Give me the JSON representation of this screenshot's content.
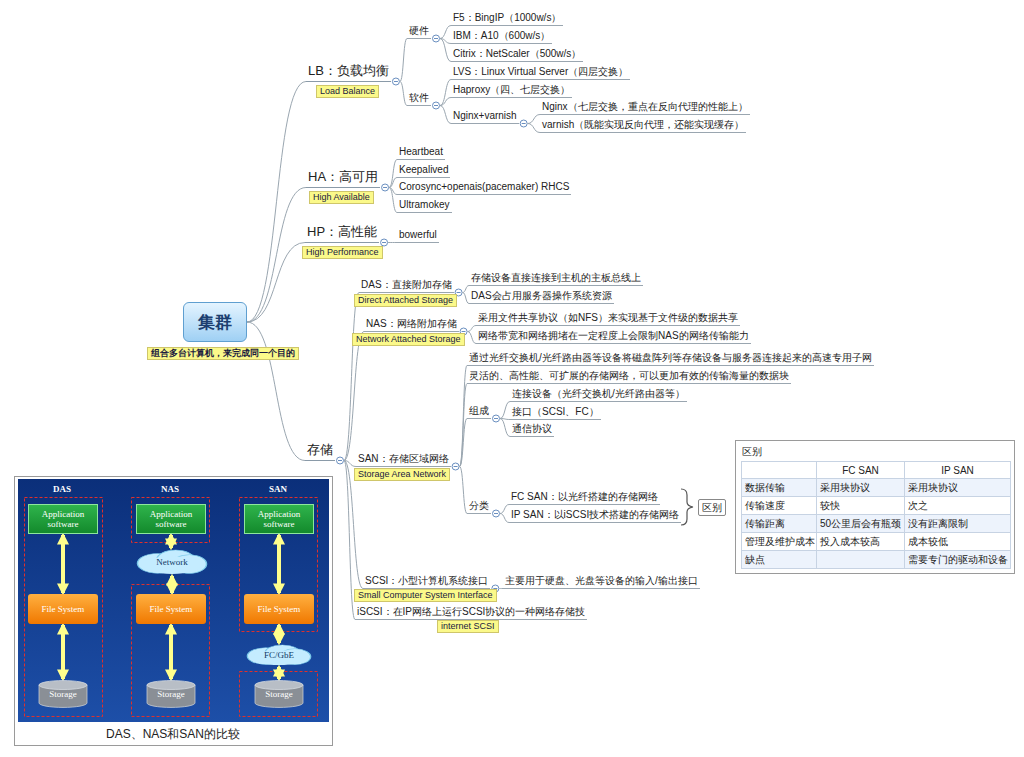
{
  "diagram": {
    "caption": "DAS、NAS和SAN的比较",
    "nodes": [
      {
        "text": [
          "集群",
          "组合多台计算机，来完成同一个目的"
        ]
      },
      {
        "text": [
          "LB：负载均衡",
          "Load Balance"
        ]
      },
      {
        "text": [
          "硬件"
        ]
      },
      {
        "text": [
          "F5：BingIP（1000w/s）"
        ]
      },
      {
        "text": [
          "IBM：A10（600w/s）"
        ]
      },
      {
        "text": [
          "Citrix：NetScaler（500w/s）"
        ]
      },
      {
        "text": [
          "软件"
        ]
      },
      {
        "text": [
          "LVS：Linux Virtual Server（四层交换）"
        ]
      },
      {
        "text": [
          "Haproxy（四、七层交换）"
        ]
      },
      {
        "text": [
          "Nginx+varnish"
        ]
      },
      {
        "text": [
          "Nginx（七层交换，重点在反向代理的性能上）"
        ]
      },
      {
        "text": [
          "varnish（既能实现反向代理，还能实现缓存）"
        ]
      },
      {
        "text": [
          "HA：高可用",
          "High Available"
        ]
      },
      {
        "text": [
          "Heartbeat"
        ]
      },
      {
        "text": [
          "Keepalived"
        ]
      },
      {
        "text": [
          "Corosync+openais(pacemaker) RHCS"
        ]
      },
      {
        "text": [
          "Ultramokey"
        ]
      },
      {
        "text": [
          "HP：高性能",
          "High Performance"
        ]
      },
      {
        "text": [
          "bowerful"
        ]
      },
      {
        "text": [
          "存储"
        ]
      },
      {
        "text": [
          "DAS：直接附加存储",
          "Direct Attached Storage"
        ]
      },
      {
        "text": [
          "存储设备直接连接到主机的主板总线上"
        ]
      },
      {
        "text": [
          "DAS会占用服务器操作系统资源"
        ]
      },
      {
        "text": [
          "NAS：网络附加存储",
          "Network Attached Storage"
        ]
      },
      {
        "text": [
          "采用文件共享协议（如NFS）来实现基于文件级的数据共享"
        ]
      },
      {
        "text": [
          "网络带宽和网络拥堵在一定程度上会限制NAS的网络传输能力"
        ]
      },
      {
        "text": [
          "SAN：存储区域网络",
          "Storage Area Network"
        ]
      },
      {
        "text": [
          "通过光纤交换机/光纤路由器等设备将磁盘阵列等存储设备与服务器连接起来的高速专用子网"
        ]
      },
      {
        "text": [
          "灵活的、高性能、可扩展的存储网络，可以更加有效的传输海量的数据块"
        ]
      },
      {
        "text": [
          "组成"
        ]
      },
      {
        "text": [
          "连接设备（光纤交换机/光纤路由器等）"
        ]
      },
      {
        "text": [
          "接口（SCSI、FC）"
        ]
      },
      {
        "text": [
          "通信协议"
        ]
      },
      {
        "text": [
          "分类"
        ]
      },
      {
        "text": [
          "FC SAN：以光纤搭建的存储网络"
        ]
      },
      {
        "text": [
          "IP SAN：以iSCSI技术搭建的存储网络"
        ]
      },
      {
        "text": [
          "区别"
        ]
      },
      {
        "text": [
          "区别"
        ]
      },
      {
        "text": [
          "SCSI：小型计算机系统接口",
          "Small Computer System Interface"
        ]
      },
      {
        "text": [
          "主要用于硬盘、光盘等设备的输入/输出接口"
        ]
      },
      {
        "text": [
          "iSCSI：在IP网络上运行SCSI协议的一种网络存储技",
          "internet SCSI"
        ]
      },
      {
        "text": [
          "Application software"
        ]
      },
      {
        "text": [
          "File System"
        ]
      },
      {
        "text": [
          "Storage"
        ]
      },
      {
        "text": [
          "Application software"
        ]
      },
      {
        "text": [
          "Network"
        ]
      },
      {
        "text": [
          "File System"
        ]
      },
      {
        "text": [
          "Storage"
        ]
      },
      {
        "text": [
          "Application software"
        ]
      },
      {
        "text": [
          "File System"
        ]
      },
      {
        "text": [
          "FC/GbE"
        ]
      },
      {
        "text": [
          "Storage"
        ]
      }
    ],
    "edges": [
      {
        "from": 0,
        "to": 1,
        "arrow": "none"
      },
      {
        "from": 0,
        "to": 12,
        "arrow": "none"
      },
      {
        "from": 0,
        "to": 17,
        "arrow": "none"
      },
      {
        "from": 0,
        "to": 19,
        "arrow": "none"
      },
      {
        "from": 1,
        "to": 2,
        "arrow": "none"
      },
      {
        "from": 1,
        "to": 6,
        "arrow": "none"
      },
      {
        "from": 2,
        "to": 3,
        "arrow": "none"
      },
      {
        "from": 2,
        "to": 4,
        "arrow": "none"
      },
      {
        "from": 2,
        "to": 5,
        "arrow": "none"
      },
      {
        "from": 6,
        "to": 7,
        "arrow": "none"
      },
      {
        "from": 6,
        "to": 8,
        "arrow": "none"
      },
      {
        "from": 6,
        "to": 9,
        "arrow": "none"
      },
      {
        "from": 9,
        "to": 10,
        "arrow": "none"
      },
      {
        "from": 9,
        "to": 11,
        "arrow": "none"
      },
      {
        "from": 12,
        "to": 13,
        "arrow": "none"
      },
      {
        "from": 12,
        "to": 14,
        "arrow": "none"
      },
      {
        "from": 12,
        "to": 15,
        "arrow": "none"
      },
      {
        "from": 12,
        "to": 16,
        "arrow": "none"
      },
      {
        "from": 17,
        "to": 18,
        "arrow": "none"
      },
      {
        "from": 19,
        "to": 20,
        "arrow": "none"
      },
      {
        "from": 19,
        "to": 23,
        "arrow": "none"
      },
      {
        "from": 19,
        "to": 26,
        "arrow": "none"
      },
      {
        "from": 19,
        "to": 38,
        "arrow": "none"
      },
      {
        "from": 19,
        "to": 40,
        "arrow": "none"
      },
      {
        "from": 20,
        "to": 21,
        "arrow": "none"
      },
      {
        "from": 20,
        "to": 22,
        "arrow": "none"
      },
      {
        "from": 23,
        "to": 24,
        "arrow": "none"
      },
      {
        "from": 23,
        "to": 25,
        "arrow": "none"
      },
      {
        "from": 26,
        "to": 27,
        "arrow": "none"
      },
      {
        "from": 26,
        "to": 28,
        "arrow": "none"
      },
      {
        "from": 26,
        "to": 29,
        "arrow": "none"
      },
      {
        "from": 26,
        "to": 33,
        "arrow": "none"
      },
      {
        "from": 29,
        "to": 30,
        "arrow": "none"
      },
      {
        "from": 29,
        "to": 31,
        "arrow": "none"
      },
      {
        "from": 29,
        "to": 32,
        "arrow": "none"
      },
      {
        "from": 33,
        "to": 34,
        "arrow": "none"
      },
      {
        "from": 33,
        "to": 35,
        "arrow": "none"
      },
      {
        "from": 38,
        "to": 39,
        "arrow": "none"
      },
      {
        "from": 41,
        "to": 42,
        "arrow": "both"
      },
      {
        "from": 42,
        "to": 43,
        "arrow": "both"
      },
      {
        "from": 44,
        "to": 45,
        "arrow": "both"
      },
      {
        "from": 45,
        "to": 46,
        "arrow": "both"
      },
      {
        "from": 46,
        "to": 47,
        "arrow": "both"
      },
      {
        "from": 48,
        "to": 49,
        "arrow": "both"
      },
      {
        "from": 49,
        "to": 50,
        "arrow": "both"
      },
      {
        "from": 50,
        "to": 51,
        "arrow": "both"
      }
    ],
    "labels": [
      "DAS",
      "NAS",
      "SAN",
      "FC SAN",
      "IP SAN",
      "数据传输",
      "采用块协议",
      "采用块协议",
      "传输速度",
      "较快",
      "次之",
      "传输距离",
      "50公里后会有瓶颈",
      "没有距离限制",
      "管理及维护成本",
      "投入成本较高",
      "成本较低",
      "缺点",
      "需要专门的驱动和设备"
    ]
  }
}
